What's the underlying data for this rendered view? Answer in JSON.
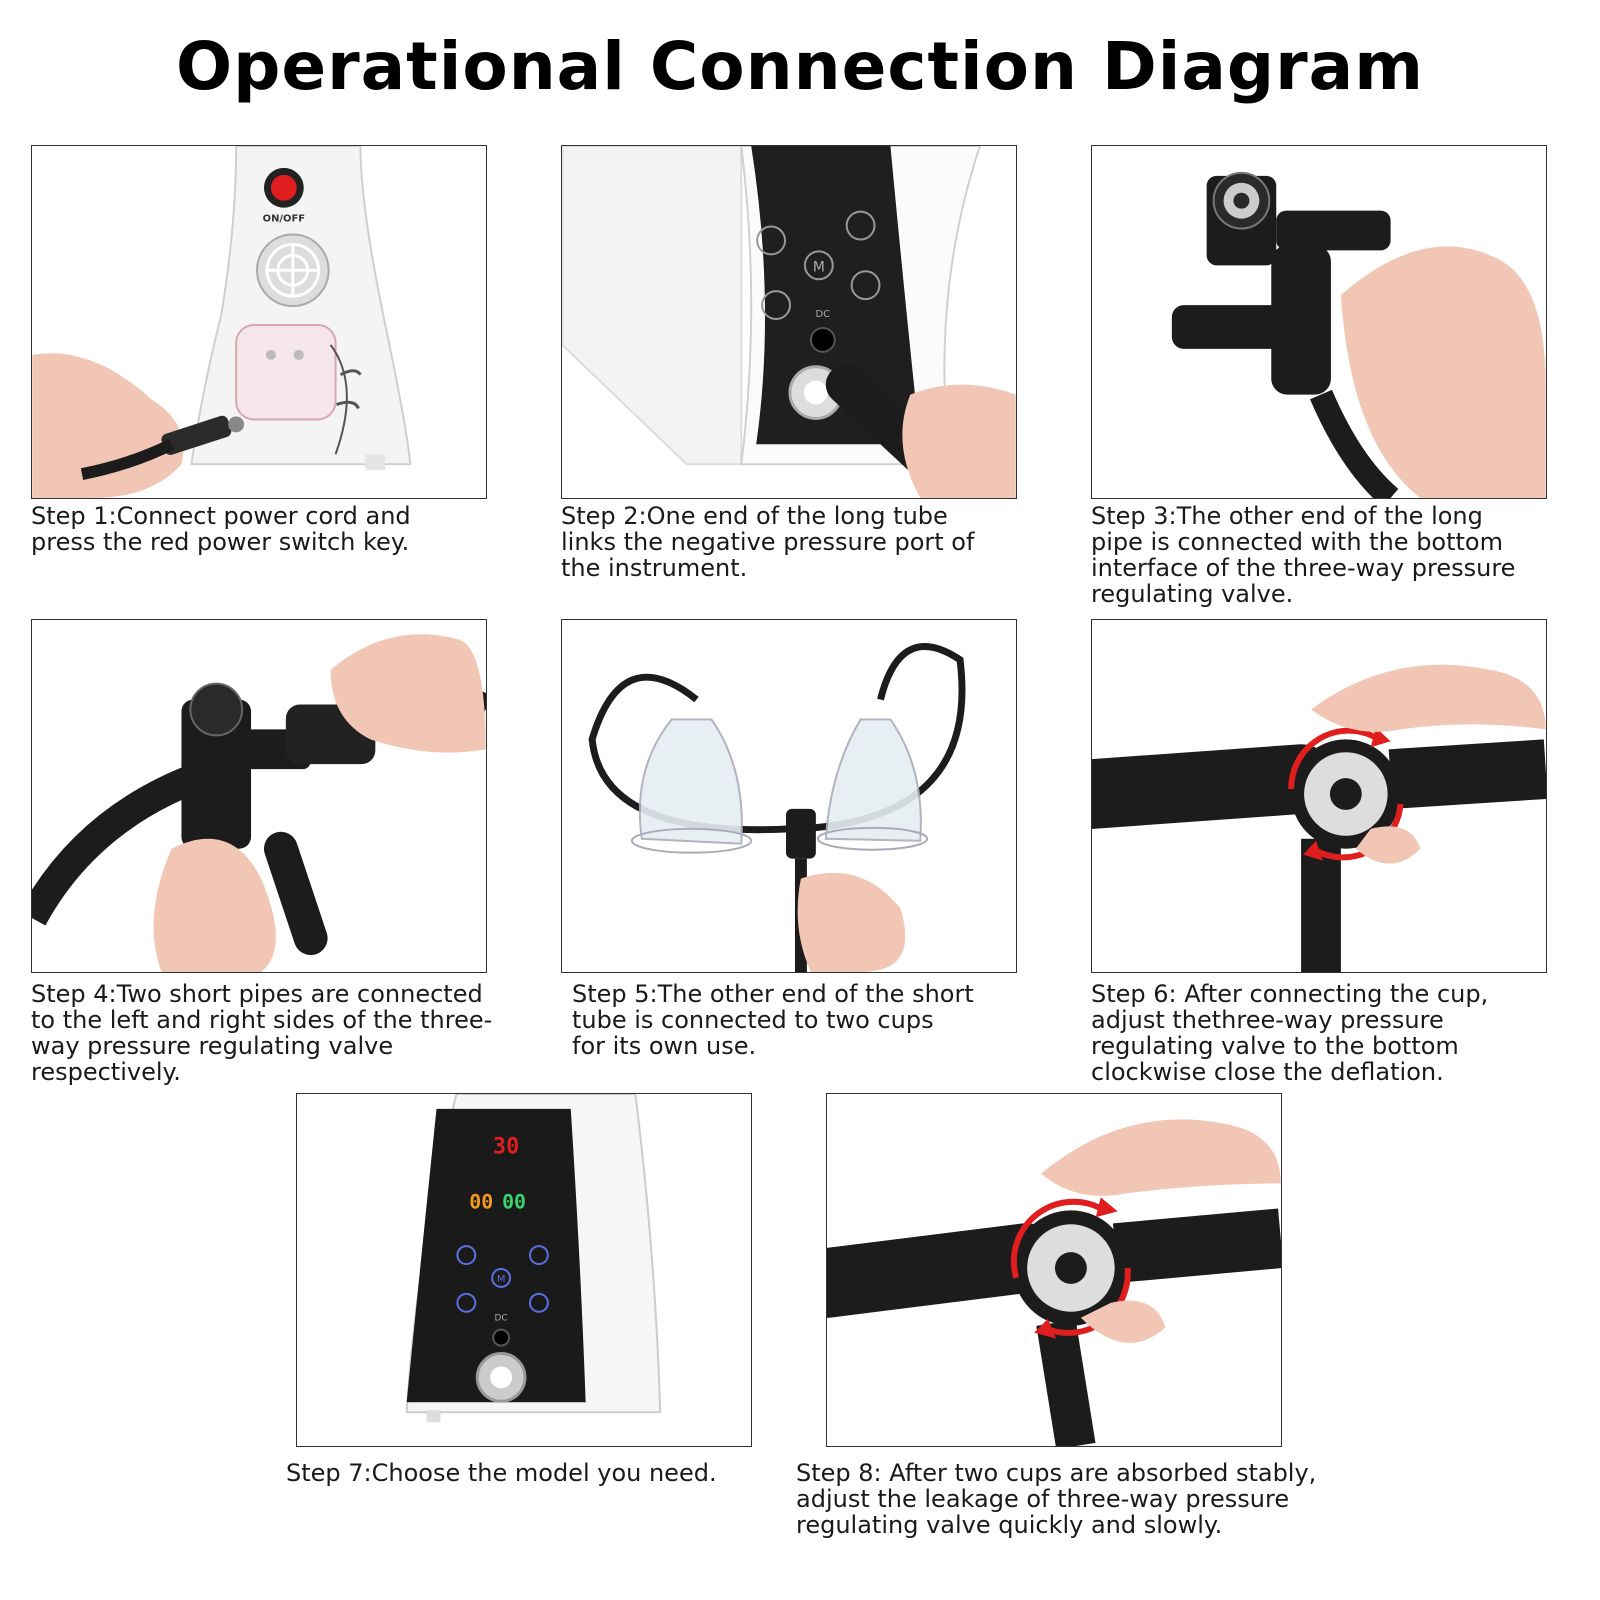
{
  "title": "Operational Connection Diagram",
  "device_labels": {
    "on_off": "ON/OFF",
    "dc": "DC",
    "m": "M",
    "display_top": "30",
    "display_left": "00",
    "display_right": "00"
  },
  "steps": [
    {
      "label": "Step 1:Connect power cord and\npress the red power switch key."
    },
    {
      "label": "Step 2:One end of the long tube\nlinks the negative pressure port of\nthe instrument."
    },
    {
      "label": "Step 3:The other end of the long\npipe is connected with the bottom\ninterface of the three-way pressure\nregulating valve."
    },
    {
      "label": "Step 4:Two short pipes are connected\nto the left and right sides of the three-\nway pressure regulating valve\nrespectively."
    },
    {
      "label": "Step 5:The other end of the short\ntube is connected to two cups\nfor its own use."
    },
    {
      "label": "Step 6: After connecting the cup,\nadjust thethree-way pressure\nregulating valve to the bottom\nclockwise close the deflation."
    },
    {
      "label": "Step 7:Choose the model you need."
    },
    {
      "label": "Step 8: After two cups are absorbed stably,\nadjust the leakage of three-way pressure\nregulating valve quickly and slowly."
    }
  ],
  "colors": {
    "accent_red": "#e01e1e",
    "device_black": "#1c1c1c",
    "skin": "#f2c6b4"
  }
}
